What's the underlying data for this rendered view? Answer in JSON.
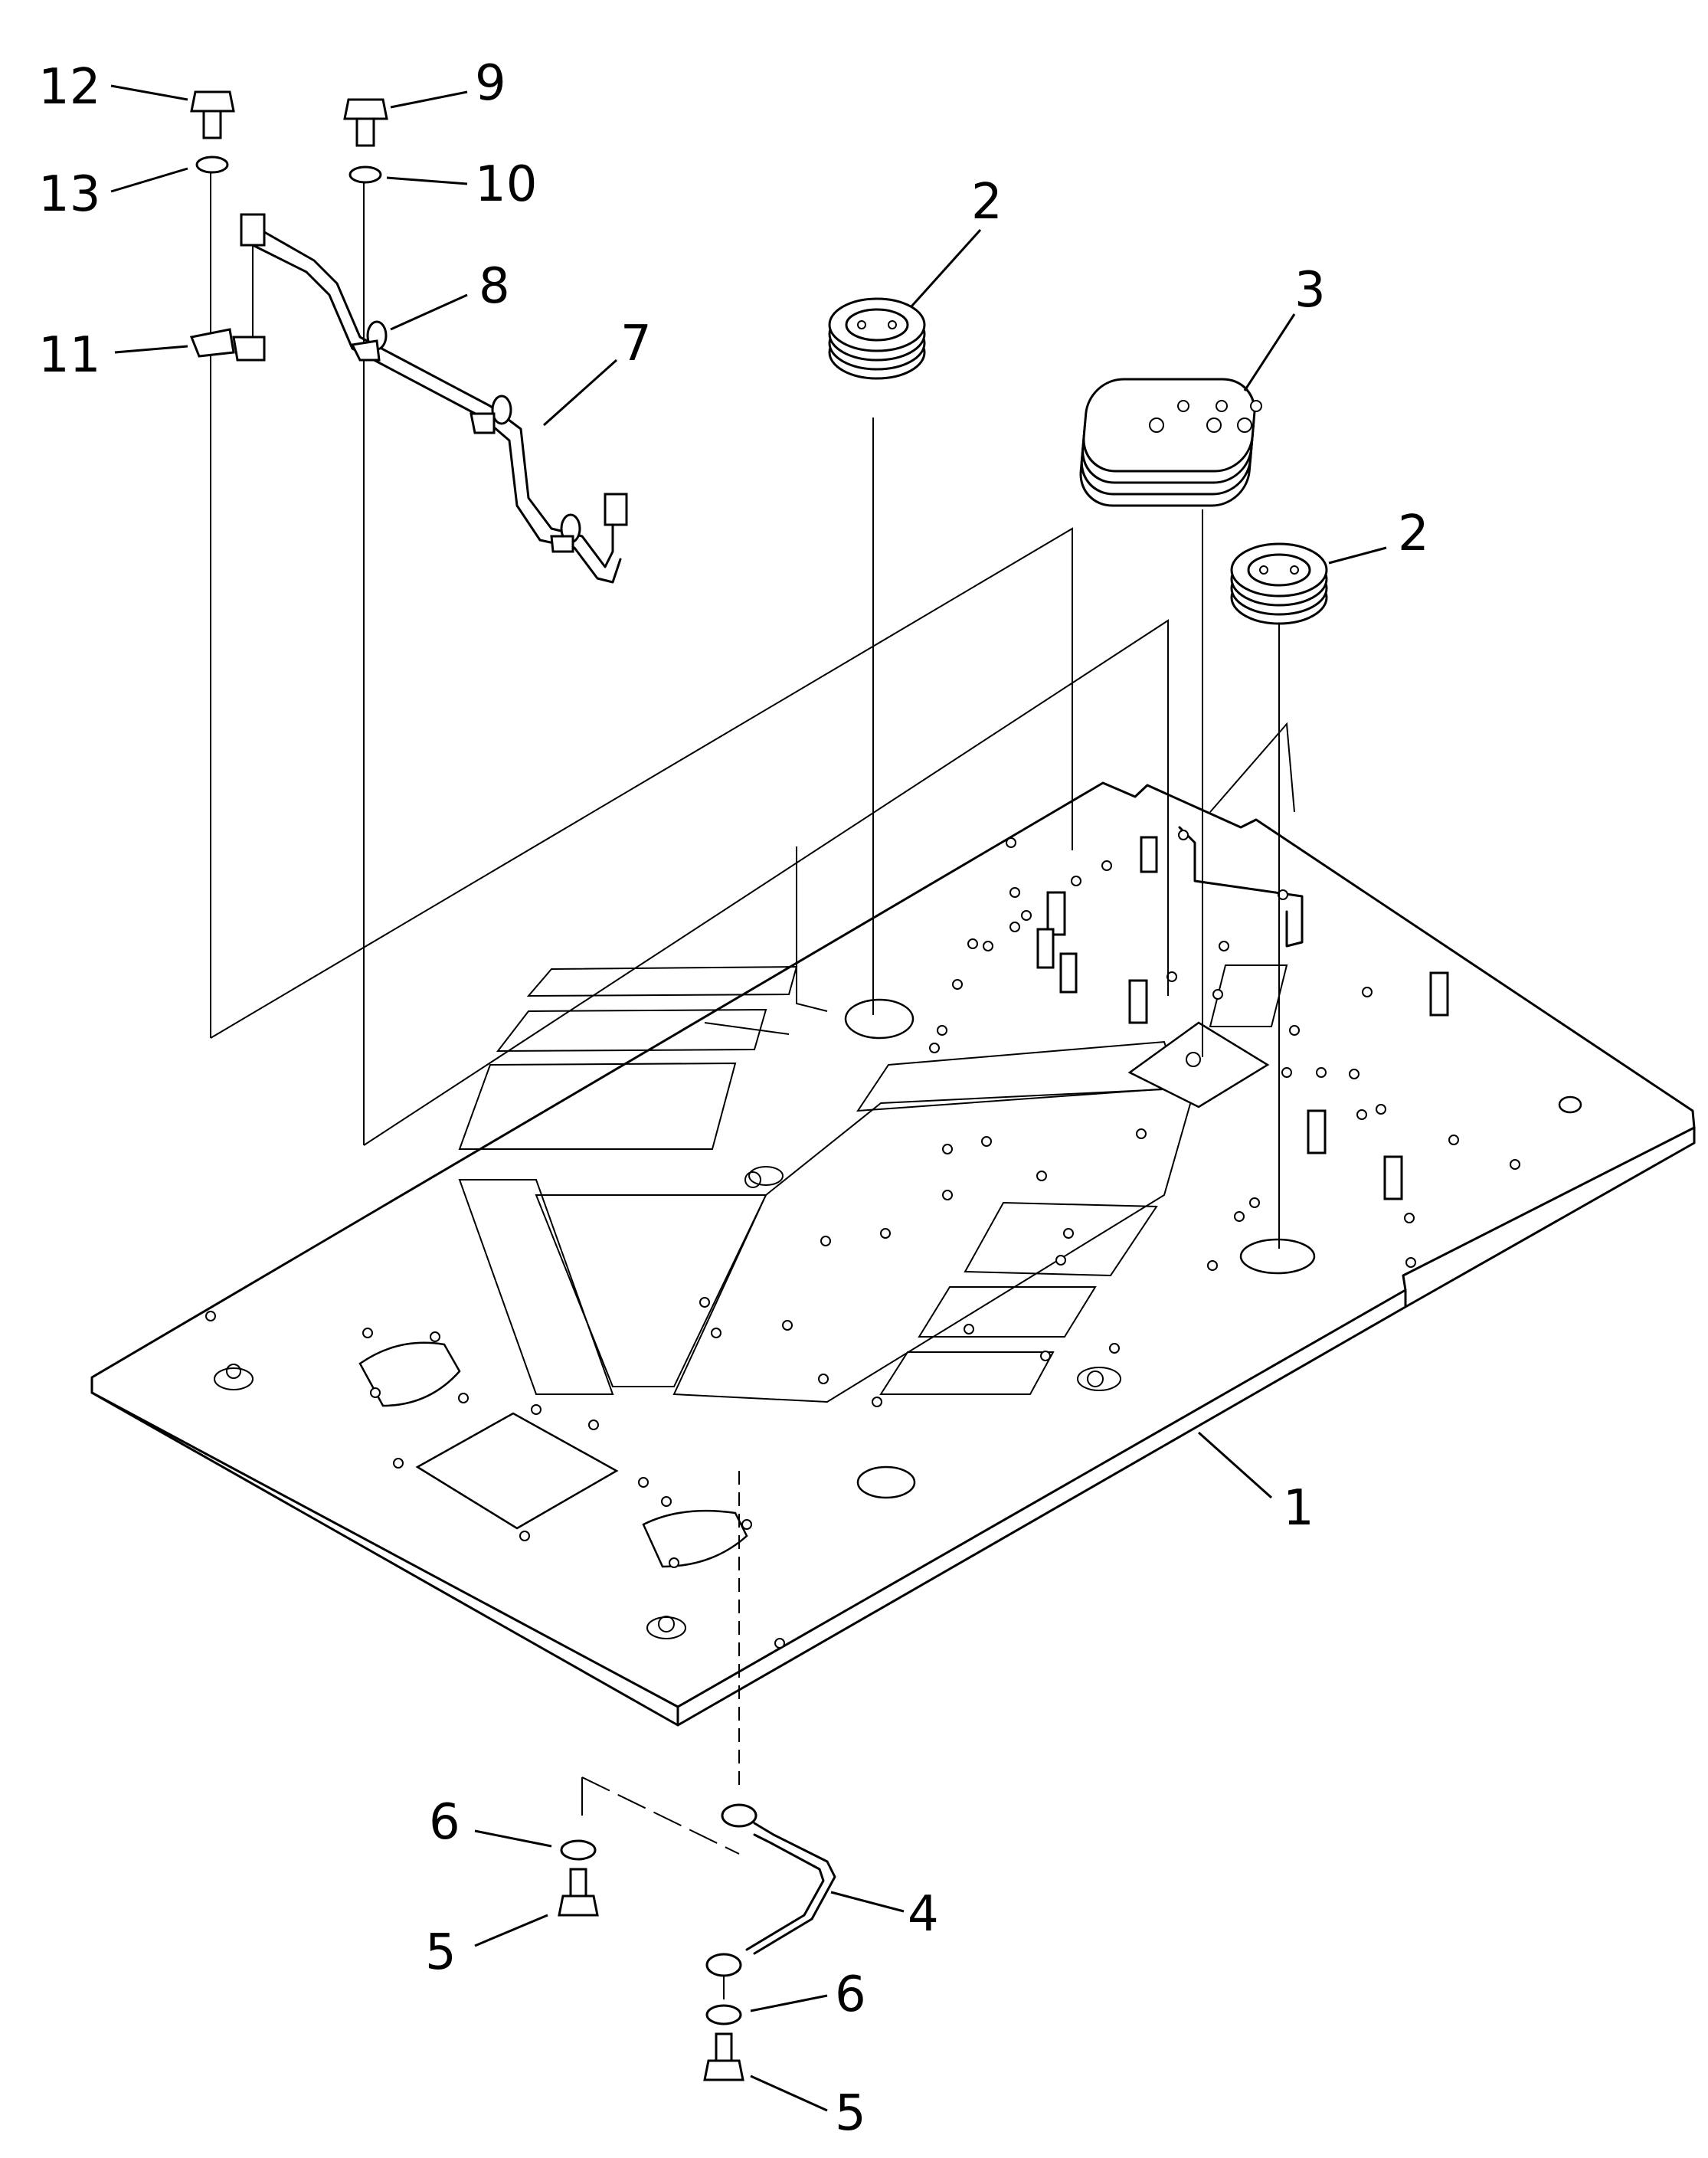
{
  "callouts": [
    {
      "id": "c1",
      "text": "1"
    },
    {
      "id": "c2a",
      "text": "2"
    },
    {
      "id": "c2b",
      "text": "2"
    },
    {
      "id": "c3",
      "text": "3"
    },
    {
      "id": "c4",
      "text": "4"
    },
    {
      "id": "c5a",
      "text": "5"
    },
    {
      "id": "c5b",
      "text": "5"
    },
    {
      "id": "c6a",
      "text": "6"
    },
    {
      "id": "c6b",
      "text": "6"
    },
    {
      "id": "c7",
      "text": "7"
    },
    {
      "id": "c8",
      "text": "8"
    },
    {
      "id": "c9",
      "text": "9"
    },
    {
      "id": "c10",
      "text": "10"
    },
    {
      "id": "c11",
      "text": "11"
    },
    {
      "id": "c12",
      "text": "12"
    },
    {
      "id": "c13",
      "text": "13"
    }
  ]
}
